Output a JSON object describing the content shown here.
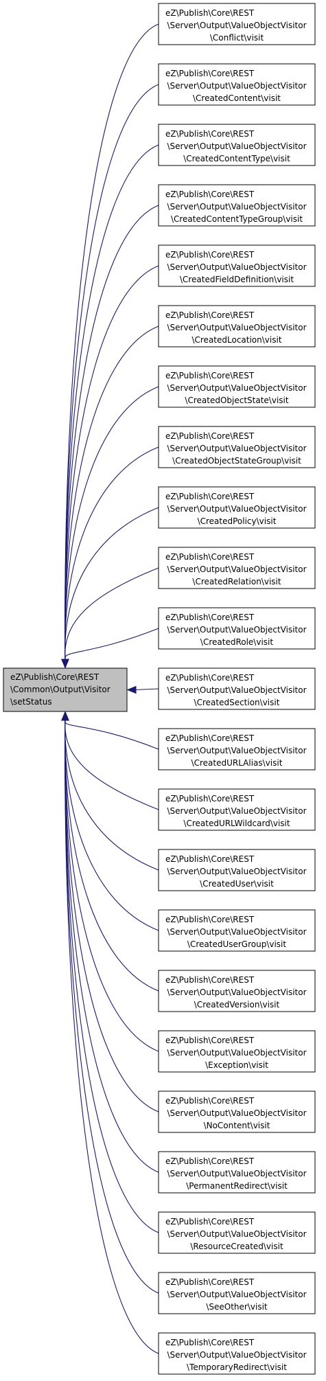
{
  "colors": {
    "edge": "#191970",
    "focus_fill": "#bfbfbf",
    "node_fill": "#ffffff",
    "node_border": "#000000"
  },
  "focus_node": {
    "lines": [
      "eZ\\Publish\\Core\\REST",
      "\\Common\\Output\\Visitor",
      "\\setStatus"
    ]
  },
  "caller_nodes": [
    {
      "lines": [
        "eZ\\Publish\\Core\\REST",
        "\\Server\\Output\\ValueObjectVisitor",
        "\\Conflict\\visit"
      ]
    },
    {
      "lines": [
        "eZ\\Publish\\Core\\REST",
        "\\Server\\Output\\ValueObjectVisitor",
        "\\CreatedContent\\visit"
      ]
    },
    {
      "lines": [
        "eZ\\Publish\\Core\\REST",
        "\\Server\\Output\\ValueObjectVisitor",
        "\\CreatedContentType\\visit"
      ]
    },
    {
      "lines": [
        "eZ\\Publish\\Core\\REST",
        "\\Server\\Output\\ValueObjectVisitor",
        "\\CreatedContentTypeGroup\\visit"
      ]
    },
    {
      "lines": [
        "eZ\\Publish\\Core\\REST",
        "\\Server\\Output\\ValueObjectVisitor",
        "\\CreatedFieldDefinition\\visit"
      ]
    },
    {
      "lines": [
        "eZ\\Publish\\Core\\REST",
        "\\Server\\Output\\ValueObjectVisitor",
        "\\CreatedLocation\\visit"
      ]
    },
    {
      "lines": [
        "eZ\\Publish\\Core\\REST",
        "\\Server\\Output\\ValueObjectVisitor",
        "\\CreatedObjectState\\visit"
      ]
    },
    {
      "lines": [
        "eZ\\Publish\\Core\\REST",
        "\\Server\\Output\\ValueObjectVisitor",
        "\\CreatedObjectStateGroup\\visit"
      ]
    },
    {
      "lines": [
        "eZ\\Publish\\Core\\REST",
        "\\Server\\Output\\ValueObjectVisitor",
        "\\CreatedPolicy\\visit"
      ]
    },
    {
      "lines": [
        "eZ\\Publish\\Core\\REST",
        "\\Server\\Output\\ValueObjectVisitor",
        "\\CreatedRelation\\visit"
      ]
    },
    {
      "lines": [
        "eZ\\Publish\\Core\\REST",
        "\\Server\\Output\\ValueObjectVisitor",
        "\\CreatedRole\\visit"
      ]
    },
    {
      "lines": [
        "eZ\\Publish\\Core\\REST",
        "\\Server\\Output\\ValueObjectVisitor",
        "\\CreatedSection\\visit"
      ]
    },
    {
      "lines": [
        "eZ\\Publish\\Core\\REST",
        "\\Server\\Output\\ValueObjectVisitor",
        "\\CreatedURLAlias\\visit"
      ]
    },
    {
      "lines": [
        "eZ\\Publish\\Core\\REST",
        "\\Server\\Output\\ValueObjectVisitor",
        "\\CreatedURLWildcard\\visit"
      ]
    },
    {
      "lines": [
        "eZ\\Publish\\Core\\REST",
        "\\Server\\Output\\ValueObjectVisitor",
        "\\CreatedUser\\visit"
      ]
    },
    {
      "lines": [
        "eZ\\Publish\\Core\\REST",
        "\\Server\\Output\\ValueObjectVisitor",
        "\\CreatedUserGroup\\visit"
      ]
    },
    {
      "lines": [
        "eZ\\Publish\\Core\\REST",
        "\\Server\\Output\\ValueObjectVisitor",
        "\\CreatedVersion\\visit"
      ]
    },
    {
      "lines": [
        "eZ\\Publish\\Core\\REST",
        "\\Server\\Output\\ValueObjectVisitor",
        "\\Exception\\visit"
      ]
    },
    {
      "lines": [
        "eZ\\Publish\\Core\\REST",
        "\\Server\\Output\\ValueObjectVisitor",
        "\\NoContent\\visit"
      ]
    },
    {
      "lines": [
        "eZ\\Publish\\Core\\REST",
        "\\Server\\Output\\ValueObjectVisitor",
        "\\PermanentRedirect\\visit"
      ]
    },
    {
      "lines": [
        "eZ\\Publish\\Core\\REST",
        "\\Server\\Output\\ValueObjectVisitor",
        "\\ResourceCreated\\visit"
      ]
    },
    {
      "lines": [
        "eZ\\Publish\\Core\\REST",
        "\\Server\\Output\\ValueObjectVisitor",
        "\\SeeOther\\visit"
      ]
    },
    {
      "lines": [
        "eZ\\Publish\\Core\\REST",
        "\\Server\\Output\\ValueObjectVisitor",
        "\\TemporaryRedirect\\visit"
      ]
    }
  ]
}
